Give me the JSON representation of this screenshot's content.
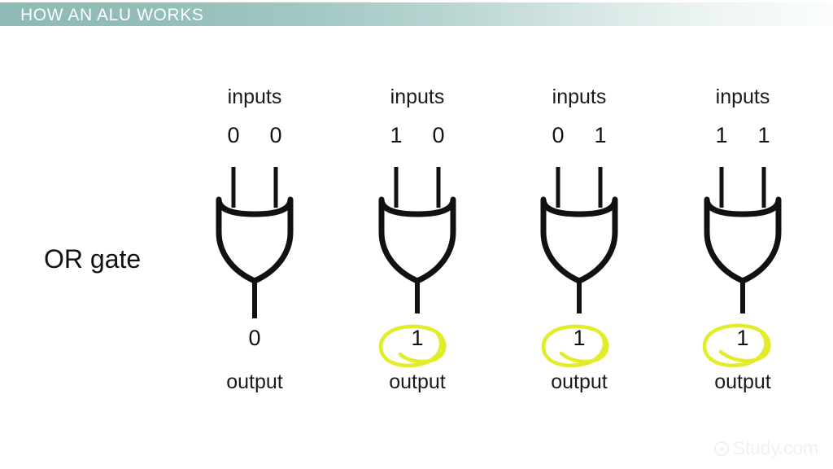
{
  "header": {
    "title": "HOW AN ALU WORKS",
    "bg_start": "#8ebbb6",
    "bg_end": "#fbfdfd",
    "text_color": "#ffffff"
  },
  "diagram": {
    "gate_label": "OR gate",
    "inputs_caption": "inputs",
    "output_caption": "output",
    "highlight_color": "#e2ec2b",
    "line_color": "#111111",
    "gates": [
      {
        "name": "or-gate-case-1",
        "inputs_label": "inputs",
        "input_a": "0",
        "input_b": "0",
        "output": "0",
        "output_label": "output",
        "highlighted": false
      },
      {
        "name": "or-gate-case-2",
        "inputs_label": "inputs",
        "input_a": "1",
        "input_b": "0",
        "output": "1",
        "output_label": "output",
        "highlighted": true
      },
      {
        "name": "or-gate-case-3",
        "inputs_label": "inputs",
        "input_a": "0",
        "input_b": "1",
        "output": "1",
        "output_label": "output",
        "highlighted": true
      },
      {
        "name": "or-gate-case-4",
        "inputs_label": "inputs",
        "input_a": "1",
        "input_b": "1",
        "output": "1",
        "output_label": "output",
        "highlighted": true
      }
    ]
  },
  "watermark": {
    "text": "Study.com",
    "icon": "circle-play-icon",
    "color": "#f1f1f1"
  }
}
